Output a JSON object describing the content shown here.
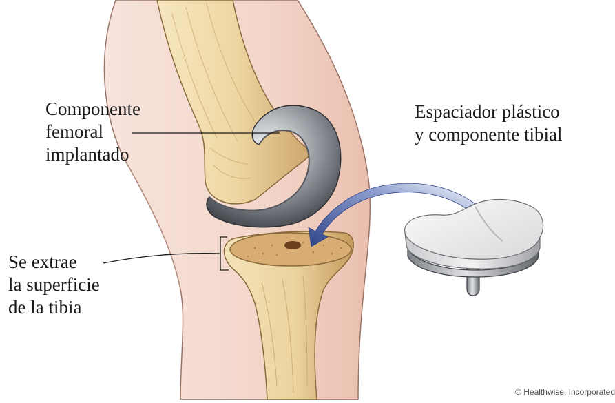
{
  "labels": {
    "femoral_component": "Componente\nfemoral\nimplantado",
    "tibial_component": "Espaciador plástico\ny componente tibial",
    "tibia_surface": "Se extrae\nla superficie\nde la tibia"
  },
  "copyright": "© Healthwise, Incorporated",
  "colors": {
    "bone": "#efd9a8",
    "bone_shadow": "#c9a86a",
    "skin": "#f3d9cf",
    "skin_shadow": "#e4b9a8",
    "metal": "#8a8e94",
    "metal_highlight": "#e6e8ea",
    "plastic": "#f2f2f2",
    "arrow": "#4a5f9c",
    "cut_surface": "#d9b07a"
  }
}
